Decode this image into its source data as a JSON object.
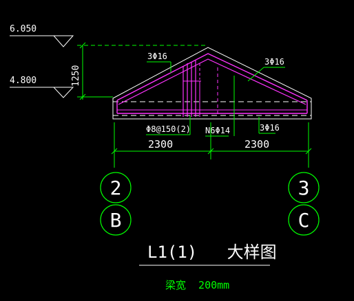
{
  "drawing": {
    "elevations": {
      "top": "6.050",
      "bottom": "4.800"
    },
    "height_dim": "1250",
    "rebar": {
      "top_left": "3Φ16",
      "top_right": "3Φ16",
      "stirrup": "Φ8@150(2)",
      "side": "N6Φ14",
      "bottom": "3Φ16"
    },
    "spans": {
      "left": "2300",
      "right": "2300"
    },
    "axes": {
      "left_number": "2",
      "left_letter": "B",
      "right_number": "3",
      "right_letter": "C"
    },
    "title": "L1(1)   大样图",
    "note": "梁宽  200mm",
    "colors": {
      "background": "#000000",
      "lines": "#ffffff",
      "dims": "#00ff00",
      "rebar": "#ff33ff",
      "axis_circle": "#00ff00"
    }
  }
}
